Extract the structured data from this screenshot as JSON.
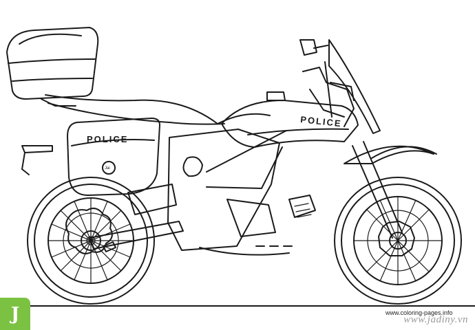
{
  "labels": {
    "tank_text": "POLICE",
    "saddlebag_text": "POLICE",
    "badge_text": "Jai"
  },
  "watermark": {
    "site_url": "www.jadiny.vn",
    "source_url": "www.coloring-pages.info",
    "logo_glyph": "J"
  },
  "colors": {
    "line": "#1a1a1a",
    "logo_green": "#7cc242",
    "watermark_gray": "#9a9a9a"
  }
}
